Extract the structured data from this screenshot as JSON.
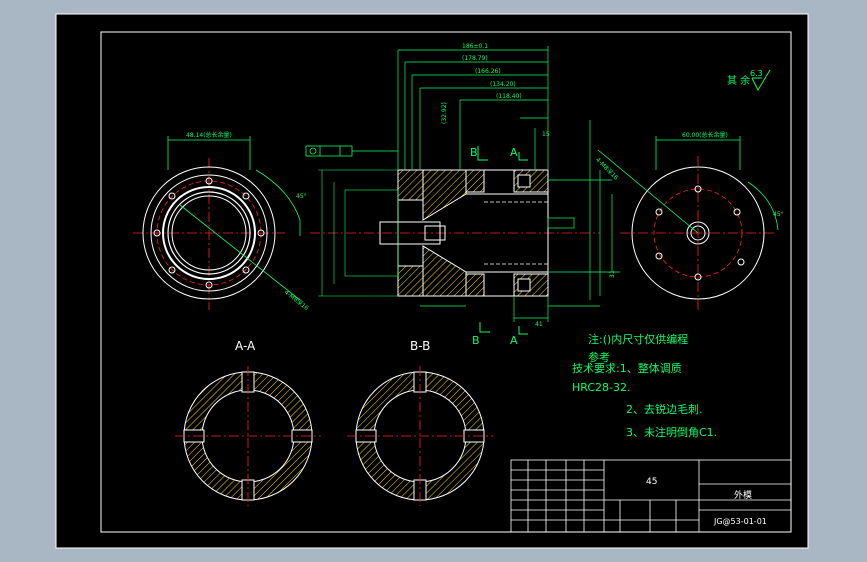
{
  "colors": {
    "frame_bg": "#a9b6c4",
    "sheet": "#000000",
    "outline": "#ffffff",
    "dimension": "#00ff66",
    "centerline": "#ff2020",
    "hatch": "#ffdc00",
    "note_text": "#00ff66"
  },
  "surface_finish": {
    "prefix": "其 余",
    "value": "6.3"
  },
  "sections": {
    "aa_label": "A-A",
    "bb_label": "B-B",
    "cut_a": "A",
    "cut_b": "B"
  },
  "dimensions": {
    "overall": "186±0.1",
    "d1": "(178.79)",
    "d2": "(166.26)",
    "d3": "(134.20)",
    "d4": "(118.40)",
    "d5": "(32.92)",
    "d6": "15",
    "d7": "41",
    "d8": "31",
    "left_pcd": "48.14(总长余量)",
    "right_pcd": "60.00(总长余量)",
    "left_hole": "4-M8深16",
    "right_hole": "4-M8深16",
    "angle_left": "45°",
    "angle_right": "45°"
  },
  "notes": {
    "line1": "注:()内尺寸仅供编程",
    "line2": "参考",
    "line3": "技术要求:1、整体调质",
    "line4": "HRC28-32.",
    "line5": "2、去锐边毛刺.",
    "line6": "3、未注明倒角C1."
  },
  "title_block": {
    "material": "45",
    "part_name": "外模",
    "drawing_no": "JG@53-01-01"
  }
}
